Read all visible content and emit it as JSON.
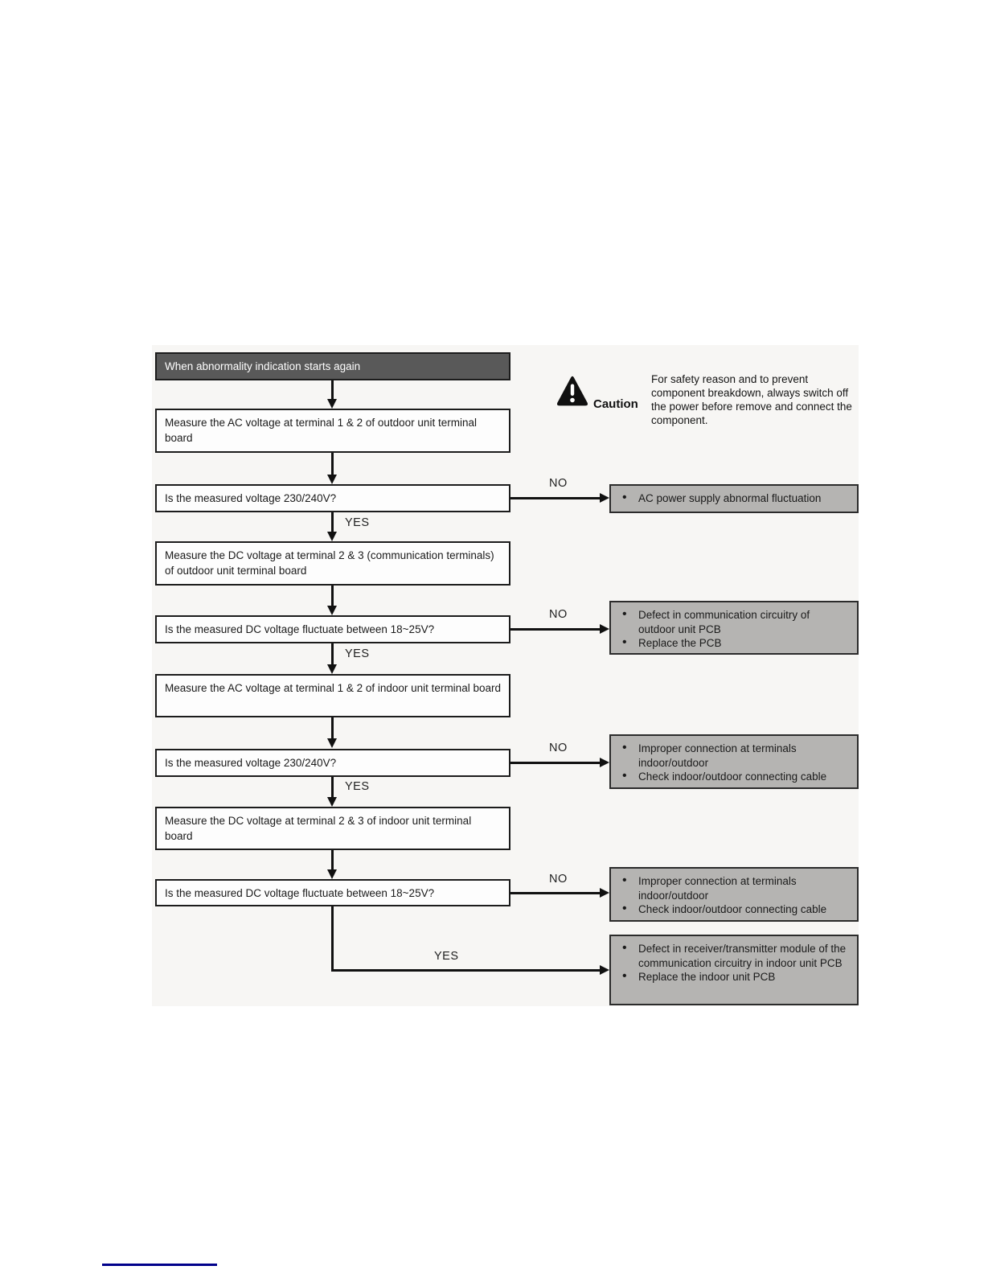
{
  "flow": {
    "start": {
      "label": "When abnormality indication starts again"
    },
    "nodes": [
      {
        "id": "measure-ac-outdoor",
        "type": "process",
        "text": "Measure the AC voltage at terminal 1 & 2 of outdoor unit terminal board"
      },
      {
        "id": "check-voltage-outdoor",
        "type": "decision",
        "text": "Is the measured voltage 230/240V?"
      },
      {
        "id": "measure-dc-outdoor",
        "type": "process",
        "text": "Measure the DC voltage at terminal 2 & 3 (communication terminals) of outdoor unit terminal board"
      },
      {
        "id": "check-dc-outdoor",
        "type": "decision",
        "text": "Is the measured DC voltage fluctuate between 18~25V?"
      },
      {
        "id": "measure-ac-indoor",
        "type": "process",
        "text": "Measure the AC voltage at terminal 1 & 2 of indoor unit terminal board"
      },
      {
        "id": "check-voltage-indoor",
        "type": "decision",
        "text": "Is the measured voltage 230/240V?"
      },
      {
        "id": "measure-dc-indoor",
        "type": "process",
        "text": "Measure the DC voltage at terminal 2 & 3 of indoor unit terminal board"
      },
      {
        "id": "check-dc-indoor",
        "type": "decision",
        "text": "Is the measured DC voltage fluctuate between 18~25V?"
      }
    ],
    "branch_labels": {
      "yes": "YES",
      "no": "NO"
    },
    "results": [
      {
        "items": [
          "AC power supply abnormal fluctuation"
        ]
      },
      {
        "items": [
          "Defect in communication circuitry of outdoor unit PCB",
          "Replace the PCB"
        ]
      },
      {
        "items": [
          "Improper connection at terminals indoor/outdoor",
          "Check indoor/outdoor connecting cable"
        ]
      },
      {
        "items": [
          "Improper connection at terminals indoor/outdoor",
          "Check indoor/outdoor connecting cable"
        ]
      },
      {
        "items": [
          "Defect in receiver/transmitter module of the communication circuitry in indoor unit PCB",
          "Replace the indoor unit PCB"
        ]
      }
    ]
  },
  "caution": {
    "label": "Caution",
    "text": "For safety reason and to prevent component breakdown, always switch off the power before remove and connect the component."
  },
  "colors": {
    "start_box_bg": "#595959",
    "result_box_bg": "#b5b4b2",
    "flow_line": "#111111",
    "link_underline": "#00008b"
  }
}
